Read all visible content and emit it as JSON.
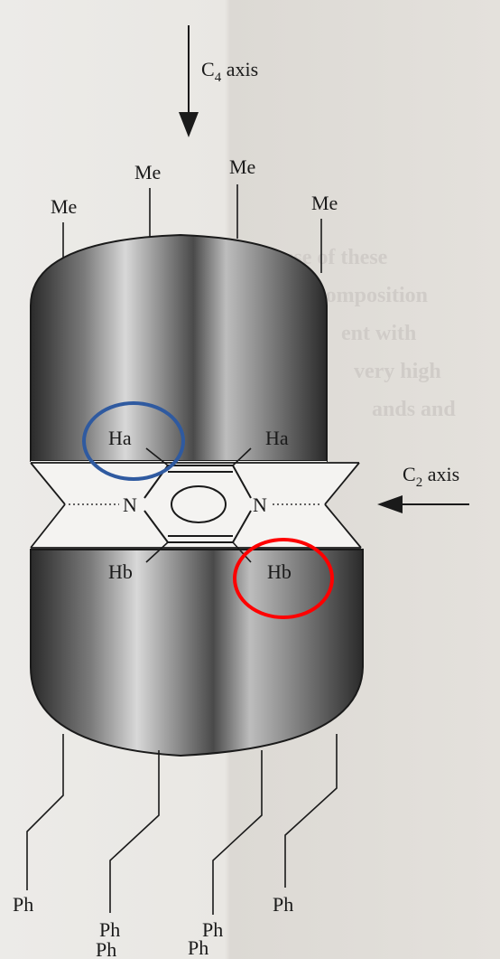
{
  "axes": {
    "c4_main": "C",
    "c4_sub": "4",
    "c4_suffix": " axis",
    "c2_main": "C",
    "c2_sub": "2",
    "c2_suffix": " axis"
  },
  "substituents": {
    "top": [
      "Me",
      "Me",
      "Me",
      "Me"
    ],
    "bottom": [
      "Ph",
      "Ph",
      "Ph",
      "Ph",
      "Ph",
      "Ph"
    ]
  },
  "core": {
    "ha_left": "Ha",
    "ha_right": "Ha",
    "n_left": "N",
    "n_right": "N",
    "hb_left": "Hb",
    "hb_right": "Hb"
  },
  "highlights": {
    "blue_color": "#2f5aa0",
    "red_color": "#ff0000"
  },
  "background_text": [
    "use of these",
    "composition",
    "ent with",
    "very high",
    "ands and"
  ]
}
